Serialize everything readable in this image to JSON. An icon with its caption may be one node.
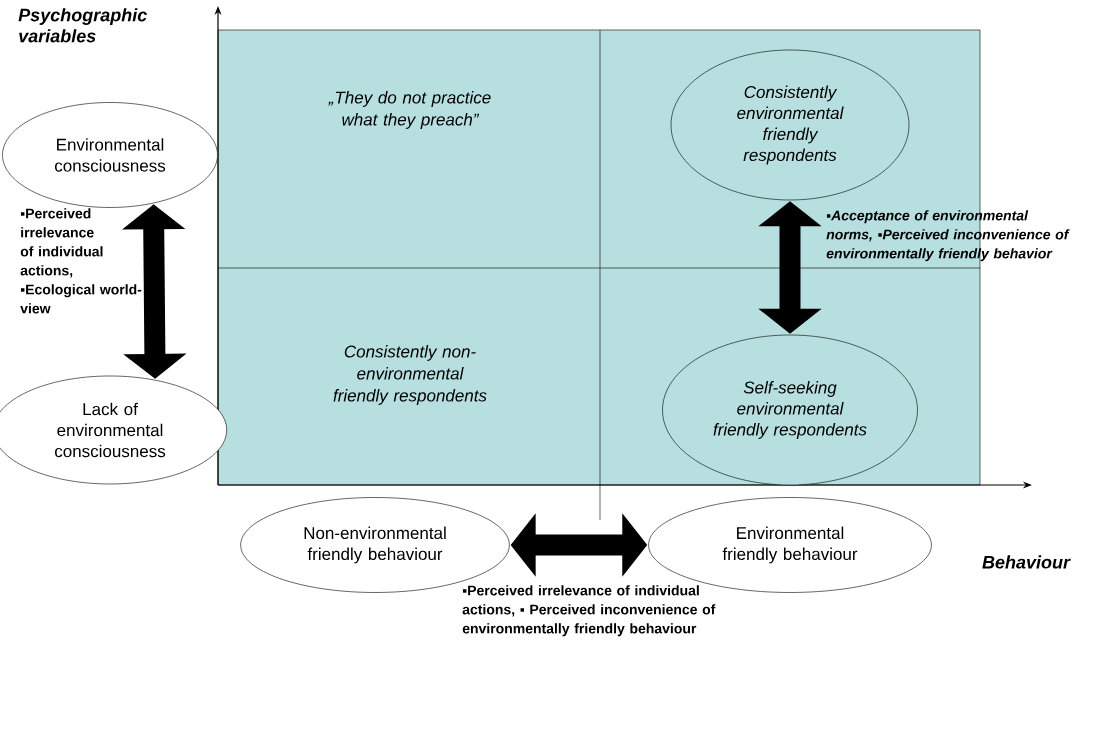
{
  "diagram": {
    "nodes": [
      {
        "text": [
          "Environmental consciousness"
        ]
      },
      {
        "text": [
          "Lack of environmental consciousness"
        ]
      },
      {
        "text": [
          "Non-environmental friendly behaviour"
        ]
      },
      {
        "text": [
          "Environmental friendly behaviour"
        ]
      },
      {
        "text": [
          "Consistently environmental friendly respondents"
        ]
      },
      {
        "text": [
          "Self-seeking environmental friendly respondents"
        ]
      }
    ],
    "edges": [
      {
        "from": 0,
        "to": 1,
        "arrow": "both",
        "label": "▪Perceived irrelevance of individual actions, ▪Ecological world-view"
      },
      {
        "from": 4,
        "to": 5,
        "arrow": "both",
        "label": "▪Acceptance of environmental norms, ▪Perceived inconvenience of environmentally friendly behavior"
      },
      {
        "from": 2,
        "to": 3,
        "arrow": "both",
        "label": "▪Perceived irrelevance of individual actions, ▪ Perceived inconvenience of environmentally friendly behaviour"
      }
    ],
    "labels": [
      "Psychographic variables",
      "„They do not practice what they preach”",
      "Consistently non-environmental friendly respondents",
      "Behaviour"
    ]
  }
}
